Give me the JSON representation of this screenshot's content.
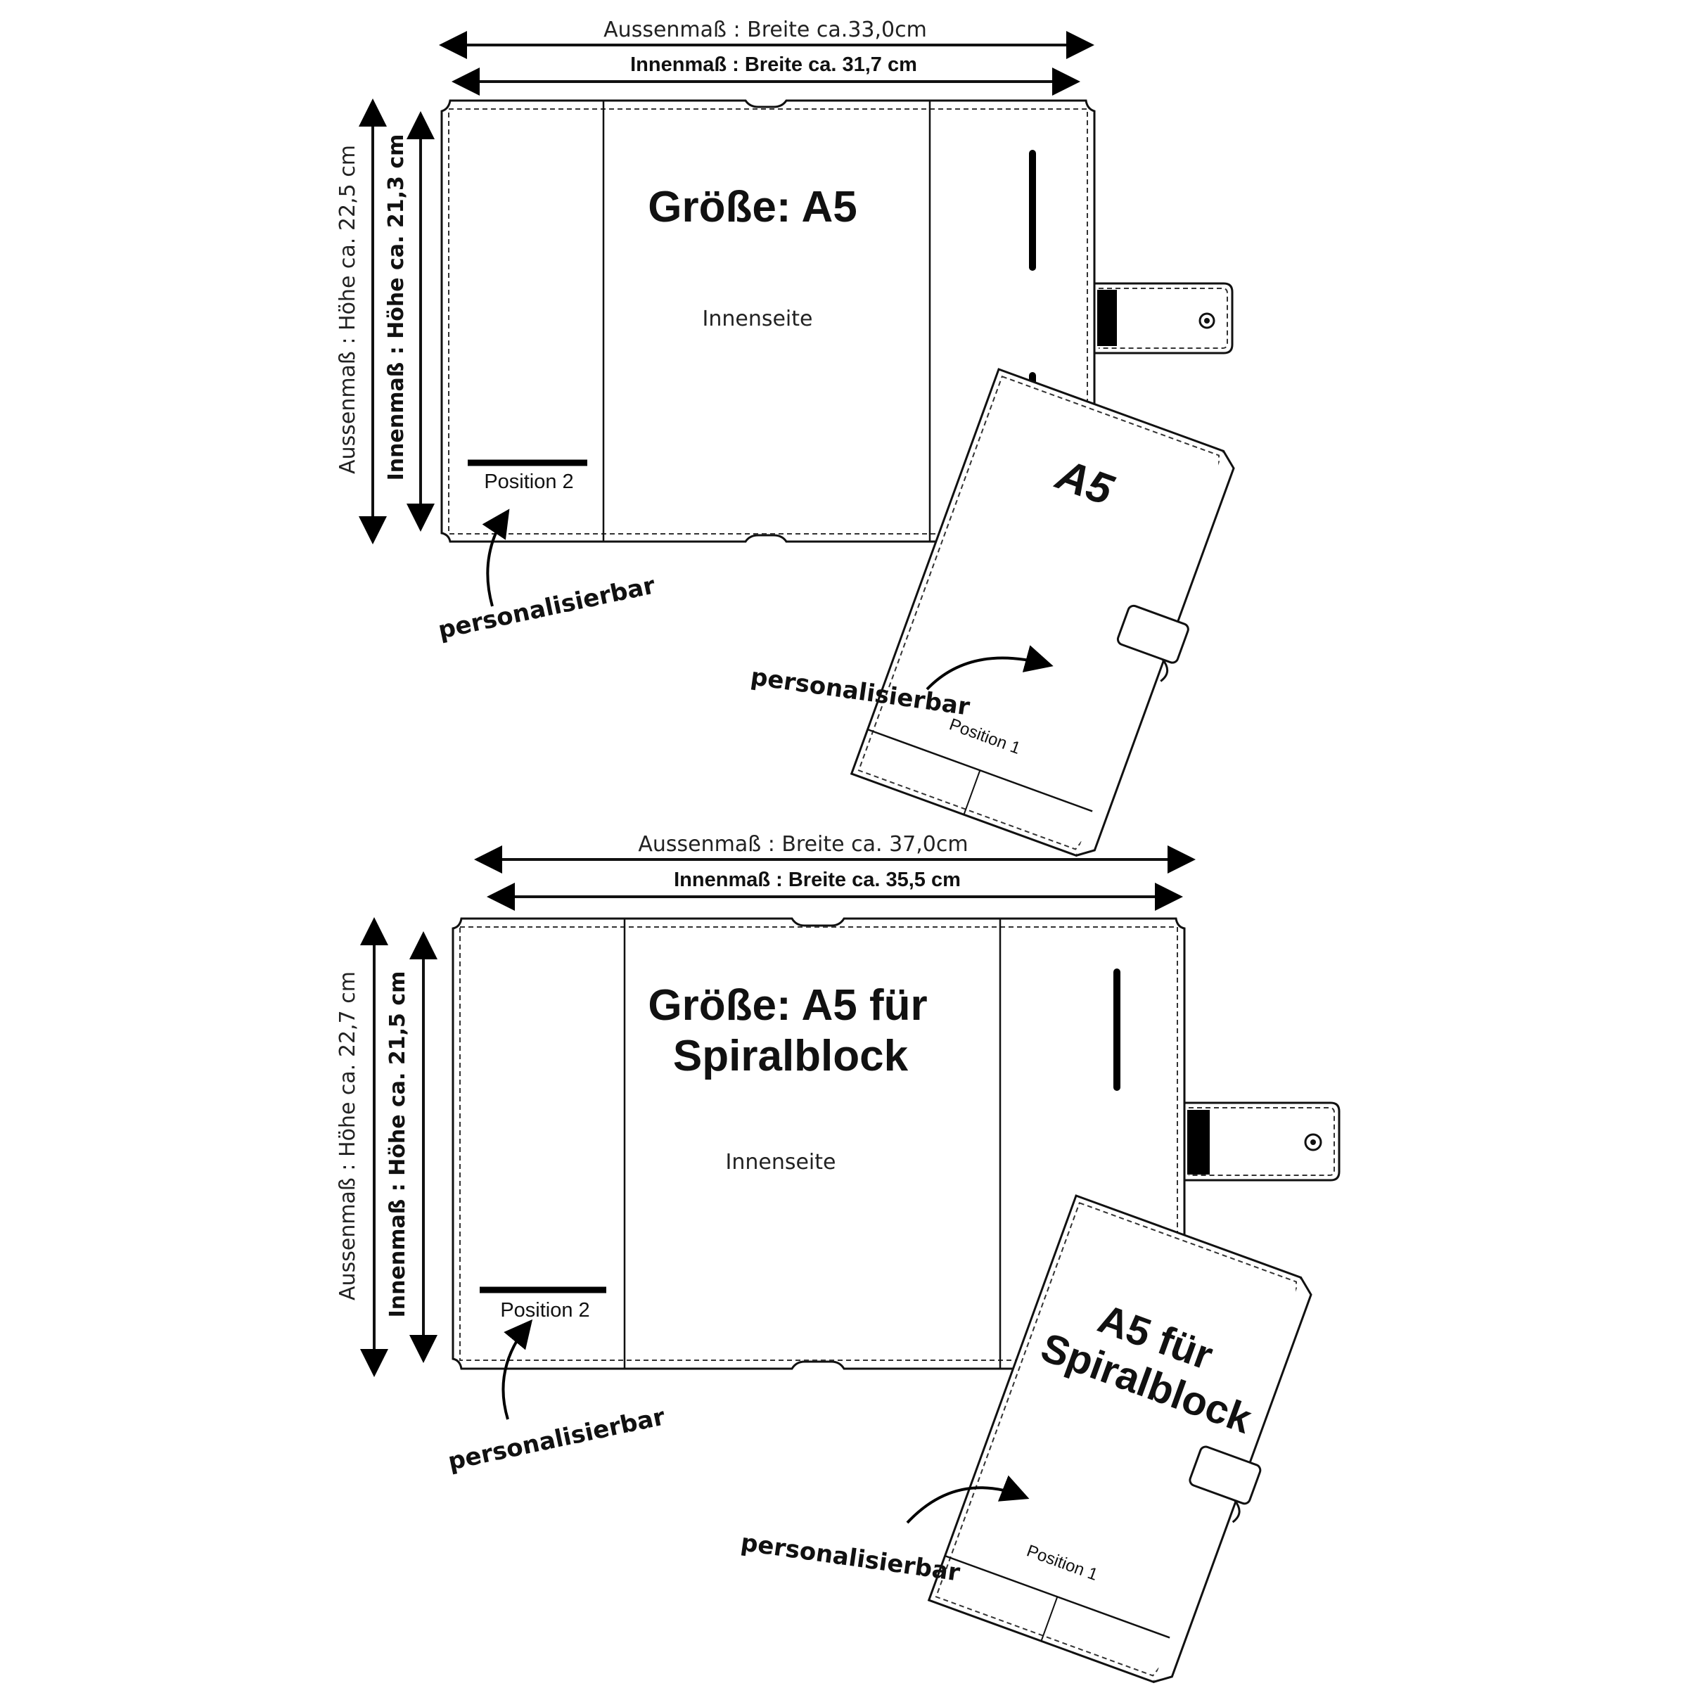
{
  "diagram_a5": {
    "outer_width": "Aussenmaß : Breite ca.33,0cm",
    "inner_width": "Innenmaß :  Breite  ca. 31,7 cm",
    "outer_height": "Aussenmaß : Höhe ca. 22,5 cm",
    "inner_height": "Innenmaß : Höhe ca. 21,3 cm",
    "title": "Größe: A5",
    "inner_side": "Innenseite",
    "position2": "Position 2",
    "personalisierbar_left": "personalisierbar",
    "closed_title": "A5",
    "position1": "Position 1",
    "personalisierbar_right": "personalisierbar"
  },
  "diagram_spiral": {
    "outer_width": "Aussenmaß : Breite ca. 37,0cm",
    "inner_width": "Innenmaß :   Breite ca. 35,5 cm",
    "outer_height": "Aussenmaß : Höhe ca. 22,7 cm",
    "inner_height": "Innenmaß : Höhe ca. 21,5 cm",
    "title_line1": "Größe: A5 für",
    "title_line2": "Spiralblock",
    "inner_side": "Innenseite",
    "position2": "Position 2",
    "personalisierbar_left": "personalisierbar",
    "closed_title_line1": "A5 für",
    "closed_title_line2": "Spiralblock",
    "position1": "Position 1",
    "personalisierbar_right": "personalisierbar"
  }
}
